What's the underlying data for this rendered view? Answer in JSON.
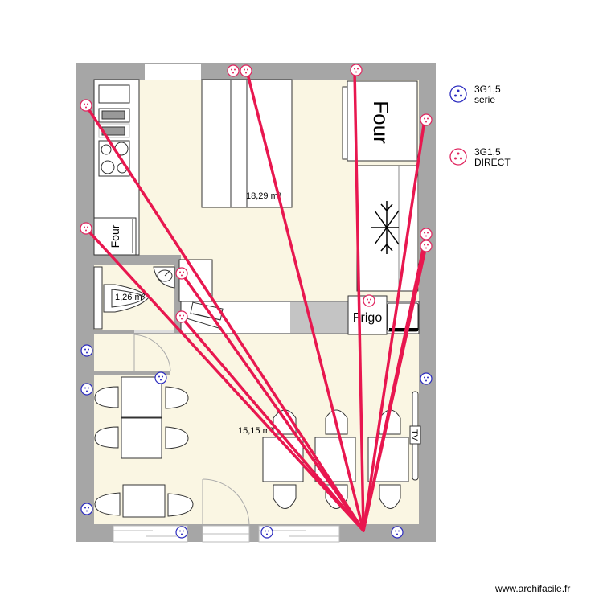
{
  "rooms": {
    "kitchen": {
      "area_label": "18,29 m²"
    },
    "wc": {
      "area_label": "1,26 m²"
    },
    "dining": {
      "area_label": "15,15 m²"
    }
  },
  "appliances": {
    "oven_top": "Four",
    "oven_left": "Four",
    "fridge": "Frigo",
    "tv": "TV",
    "freezer_icon": "snowflake-icon"
  },
  "legend": [
    {
      "color": "#2b2bbf",
      "line1": "3G1,5",
      "line2": "serie"
    },
    {
      "color": "#e0245e",
      "line1": "3G1,5",
      "line2": "DIRECT"
    }
  ],
  "colors": {
    "wall": "#a6a6a6",
    "floor": "#faf6e3",
    "wire": "#e8174f",
    "outlet_direct": "#e0245e",
    "outlet_serie": "#2b2bbf"
  },
  "footer": {
    "watermark": "www.archifacile.fr"
  }
}
